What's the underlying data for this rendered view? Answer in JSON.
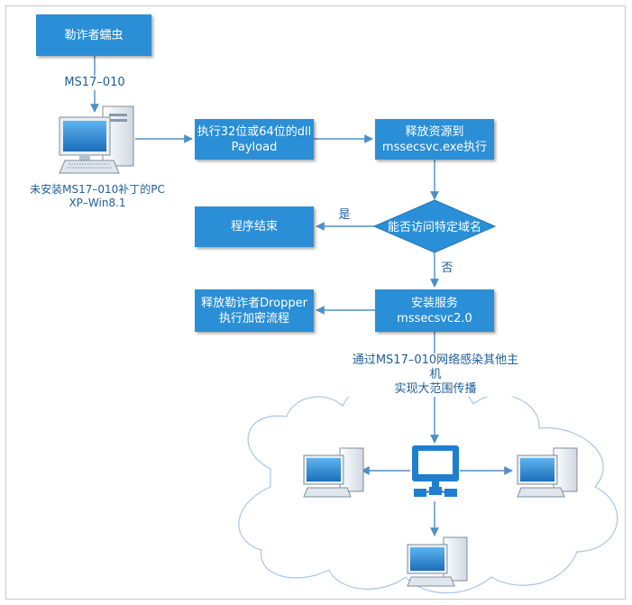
{
  "nodes": {
    "ransomware": "勒诈者蠕虫",
    "exec_payload": "执行32位或64位的dll\nPayload",
    "release_resource": "释放资源到\nmssecsvc.exe执行",
    "decision": "能否访问特定域名",
    "end_program": "程序结束",
    "install_service": "安装服务\nmssecsvc2.0",
    "release_dropper": "释放勒诈者Dropper\n执行加密流程"
  },
  "edge_labels": {
    "ms17": "MS17–010",
    "yes": "是",
    "no": "否",
    "spread": "通过MS17–010网络感染其他主机\n实现大范围传播"
  },
  "pc_label": "未安装MS17–010补丁的PC\nXP–Win8.1",
  "colors": {
    "box": "#2a8fd6",
    "arrow": "#4f8fc7",
    "cloud_stroke": "#a9c6e4"
  },
  "icons": [
    "computer-icon",
    "network-hub-icon",
    "cloud-shape"
  ]
}
